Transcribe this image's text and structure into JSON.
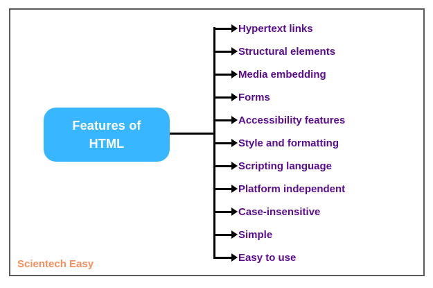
{
  "diagram": {
    "root": {
      "label_line1": "Features of",
      "label_line2": "HTML"
    },
    "features": [
      "Hypertext links",
      "Structural elements",
      "Media embedding",
      "Forms",
      "Accessibility features",
      "Style and formatting",
      "Scripting language",
      "Platform independent",
      "Case-insensitive",
      "Simple",
      "Easy to use"
    ]
  },
  "watermark": "Scientech Easy",
  "colors": {
    "root_box_fill": "#38B6FF",
    "root_box_text": "#FFFFFF",
    "feature_text": "#5A0B8F",
    "line": "#000000",
    "frame_border": "#5A5A5A",
    "watermark_text": "#F78E59"
  }
}
